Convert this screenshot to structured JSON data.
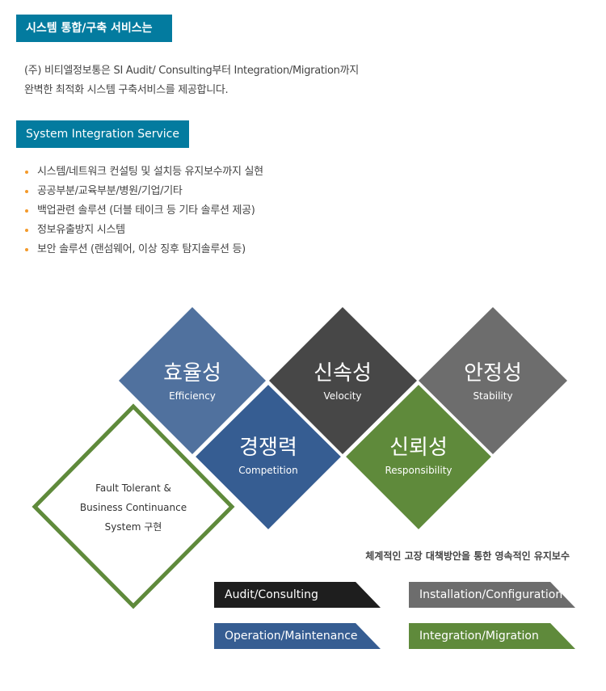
{
  "header1": "시스템 통합/구축 서비스는",
  "intro": [
    "(주) 비티엘정보통은 SI Audit/ Consulting부터 Integration/Migration까지",
    "완벽한 최적화 시스템 구축서비스를 제공합니다."
  ],
  "header2": "System Integration Service",
  "bullets": [
    "시스템/네트워크 컨설팅 및 설치등 유지보수까지 실현",
    "공공부분/교육부분/병원/기업/기타",
    "백업관련 솔루션 (더블 테이크 등 기타 솔루션 제공)",
    "정보유출방지 시스템",
    "보안 솔루션 (랜섬웨어, 이상 징후 탐지솔루션 등)"
  ],
  "diamonds": [
    {
      "ko": "효율성",
      "en": "Efficiency",
      "color": "#50719e"
    },
    {
      "ko": "신속성",
      "en": "Velocity",
      "color": "#474747"
    },
    {
      "ko": "안정성",
      "en": "Stability",
      "color": "#6d6d6d"
    },
    {
      "ko": "경쟁력",
      "en": "Competition",
      "color": "#365d92"
    },
    {
      "ko": "신뢰성",
      "en": "Responsibility",
      "color": "#5f8a3b"
    }
  ],
  "fault": [
    "Fault Tolerant &",
    "Business Continuance",
    "System 구현"
  ],
  "tagline": "체계적인 고장 대책방안을 통한 영속적인 유지보수",
  "tags": [
    {
      "label": "Audit/Consulting",
      "color": "#1e1e1e"
    },
    {
      "label": "Installation/Configuration",
      "color": "#6d6d6d"
    },
    {
      "label": "Operation/Maintenance",
      "color": "#365d92"
    },
    {
      "label": "Integration/Migration",
      "color": "#5f8a3b"
    }
  ]
}
